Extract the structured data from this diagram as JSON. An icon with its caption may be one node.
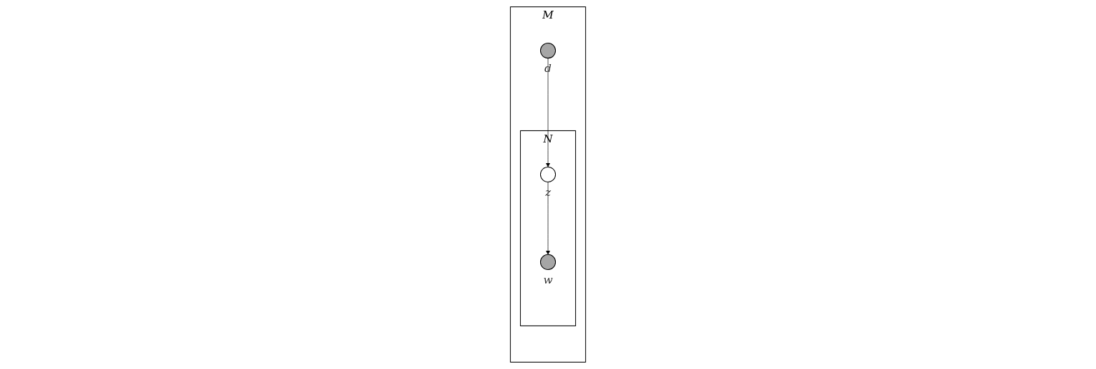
{
  "diagram": {
    "nodes": [
      {
        "text": [
          "M"
        ]
      },
      {
        "text": [
          "N"
        ],
        "in": 0
      },
      {
        "text": [],
        "shape": "circle",
        "beside": [
          "d"
        ],
        "in": 0
      },
      {
        "text": [],
        "shape": "circle",
        "beside": [
          "z"
        ],
        "in": 1
      },
      {
        "text": [],
        "shape": "circle",
        "beside": [
          "w"
        ],
        "in": 1
      }
    ],
    "edges": [
      {
        "from": 2,
        "to": 3,
        "arrow": "to"
      },
      {
        "from": 3,
        "to": 4,
        "arrow": "to"
      }
    ]
  }
}
